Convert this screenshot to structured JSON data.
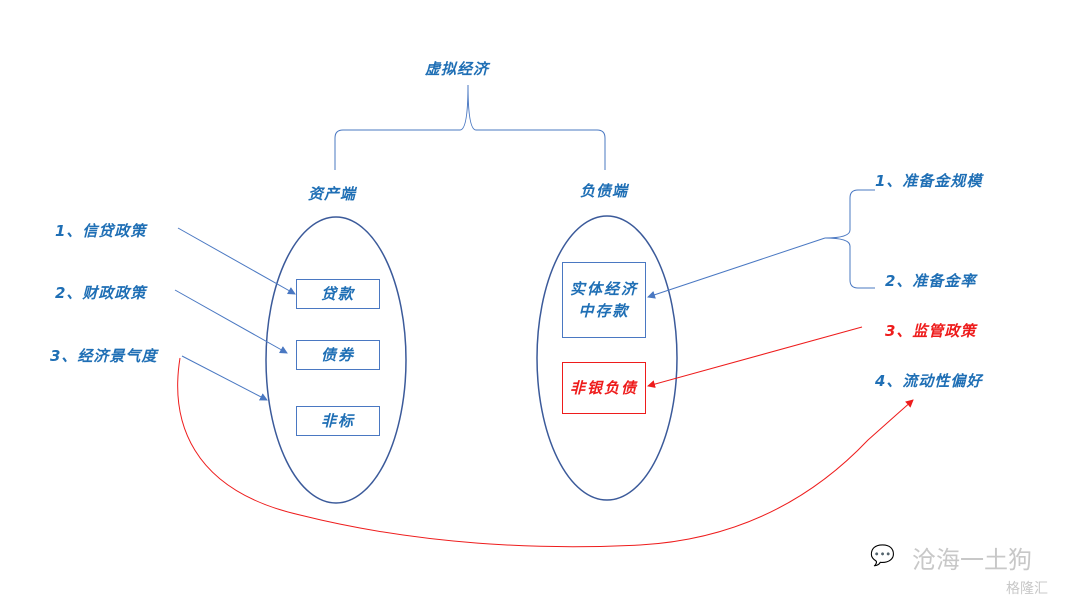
{
  "title": "虚拟经济",
  "asset_side": {
    "label": "资产端",
    "items": [
      "贷款",
      "债券",
      "非标"
    ],
    "drivers": [
      "1、信贷政策",
      "2、财政政策",
      "3、经济景气度"
    ]
  },
  "liability_side": {
    "label": "负债端",
    "items": [
      "实体经济中存款",
      "非银负债"
    ],
    "drivers": [
      "1、准备金规模",
      "2、准备金率",
      "3、监管政策",
      "4、流动性偏好"
    ]
  },
  "watermark": {
    "account": "沧海一土狗",
    "source": "格隆汇"
  },
  "colors": {
    "blue": "#1f6fb5",
    "line": "#4a78c2",
    "red": "#ee1c1c"
  }
}
